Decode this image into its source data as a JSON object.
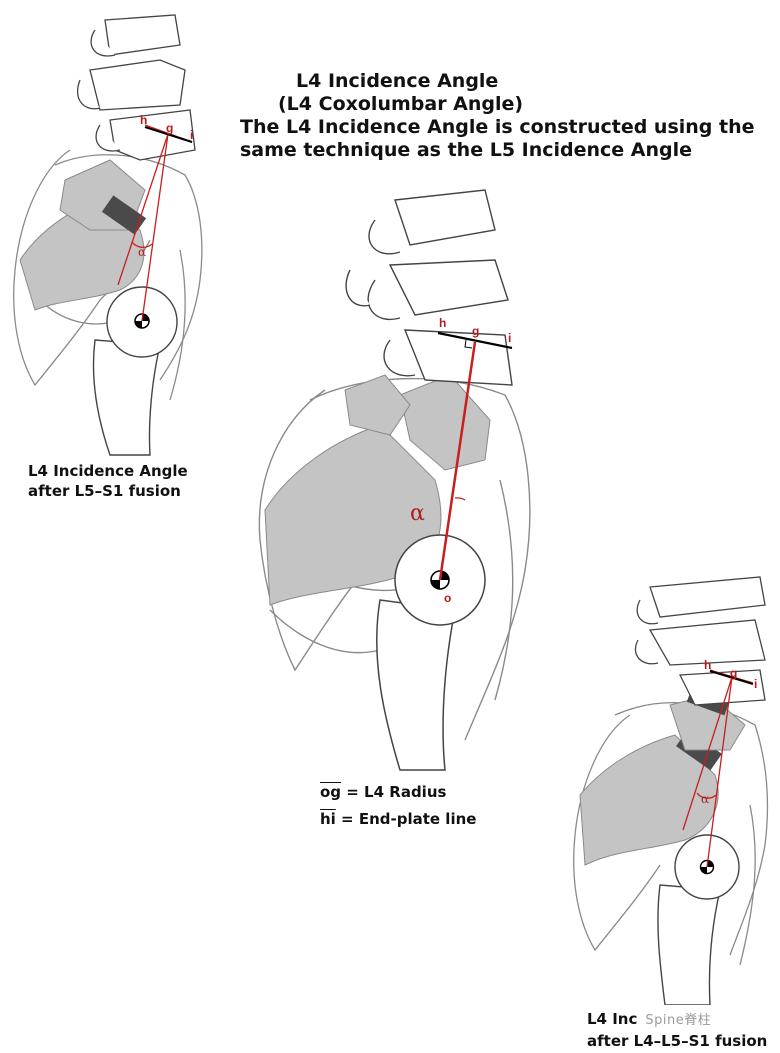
{
  "title": {
    "line1": "L4 Incidence Angle",
    "line2": "(L4 Coxolumbar Angle)",
    "line3": "The L4 Incidence Angle is constructed using the",
    "line4": "same technique as the L5 Incidence Angle"
  },
  "left_panel": {
    "caption_line1": "L4 Incidence Angle",
    "caption_line2": "after L5–S1 fusion",
    "labels": {
      "h": "h",
      "g": "g",
      "i": "i",
      "alpha": "α"
    }
  },
  "center_panel": {
    "labels": {
      "h": "h",
      "g": "g",
      "i": "i",
      "alpha": "α",
      "o": "o"
    },
    "legend": [
      {
        "symbol": "og",
        "text": " = L4 Radius"
      },
      {
        "symbol": "hi",
        "text": " = End-plate line"
      }
    ]
  },
  "right_panel": {
    "caption_line1": "L4 Inc",
    "caption_line2": "after L4–L5–S1 fusion",
    "watermark": "Spine脊柱",
    "labels": {
      "h": "h",
      "g": "g",
      "i": "i",
      "alpha": "α"
    }
  },
  "colors": {
    "bone_fill": "#ffffff",
    "bone_stroke": "#444444",
    "pelvis_outline": "#8a8a8a",
    "sacrum_fill": "#c4c4c4",
    "fusion_fill": "#4a4a4a",
    "measure_line": "#c81e1e",
    "label_text": "#b01e1e"
  }
}
